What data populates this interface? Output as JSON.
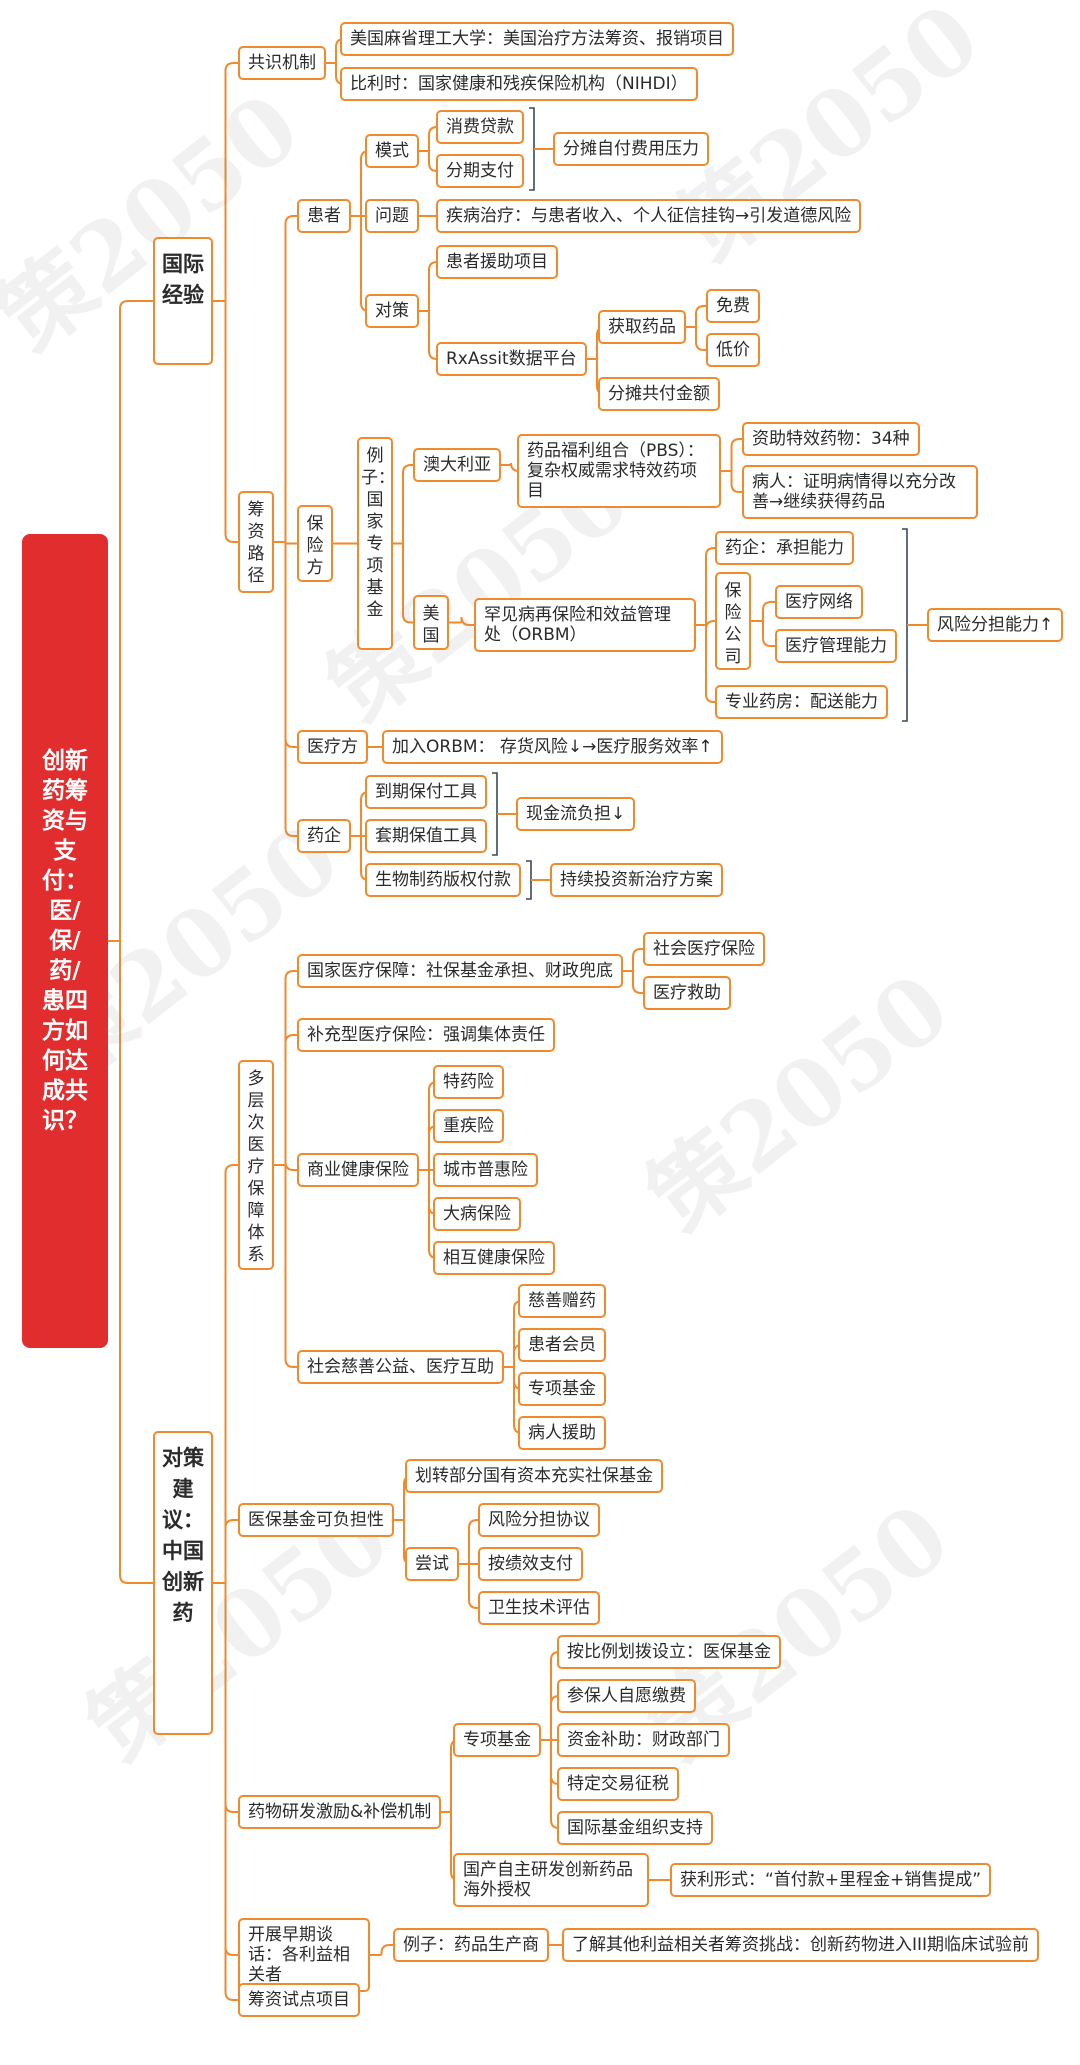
{
  "root": "创新药筹资与支付：医/保/药/患四方如何达成共识？",
  "watermark": "策2050",
  "branches": {
    "intl": "国际经验",
    "policy": "对策建议：中国创新药"
  },
  "n": {
    "consensus": "共识机制",
    "mit": "美国麻省理工大学：美国治疗方法筹资、报销项目",
    "belgium": "比利时：国家健康和残疾保险机构（NIHDI）",
    "funding_path": "筹资路径",
    "patient": "患者",
    "mode": "模式",
    "consumer_loan": "消费贷款",
    "installment": "分期支付",
    "share_oop": "分摊自付费用压力",
    "problem": "问题",
    "problem_desc": "疾病治疗：与患者收入、个人征信挂钩→引发道德风险",
    "measure": "对策",
    "pap": "患者援助项目",
    "rxassist": "RxAssit数据平台",
    "get_drugs": "获取药品",
    "free": "免费",
    "low_price": "低价",
    "share_copay": "分摊共付金额",
    "insurer": "保险方",
    "example_fund": "例子：国家专项基金",
    "australia": "澳大利亚",
    "pbs": "药品福利组合（PBS）：复杂权威需求特效药项目",
    "fund34": "资助特效药物：34种",
    "patient_proof": "病人：证明病情得以充分改善→继续获得药品",
    "usa": "美国",
    "orbm": "罕见病再保险和效益管理处（ORBM）",
    "pharma_capacity": "药企：承担能力",
    "ins_company": "保险公司",
    "med_network": "医疗网络",
    "med_mgmt": "医疗管理能力",
    "pharmacy": "专业药房：配送能力",
    "risk_capacity": "风险分担能力↑",
    "provider": "医疗方",
    "join_orbm": "加入ORBM：  存货风险↓→医疗服务效率↑",
    "pharma": "药企",
    "maturity_tool": "到期保付工具",
    "hedge_tool": "套期保值工具",
    "cash_flow": "现金流负担↓",
    "bio_royalty": "生物制药版权付款",
    "invest": "持续投资新治疗方案",
    "multilevel": "多层次医疗保障体系",
    "national_med": "国家医疗保障：社保基金承担、财政兜底",
    "social_med": "社会医疗保险",
    "med_aid": "医疗救助",
    "supplementary": "补充型医疗保险：强调集体责任",
    "commercial": "商业健康保险",
    "special_drug": "特药险",
    "critical": "重疾险",
    "city_ins": "城市普惠险",
    "major_ill": "大病保险",
    "mutual": "相互健康保险",
    "charity": "社会慈善公益、医疗互助",
    "donation": "慈善赠药",
    "member": "患者会员",
    "special_fund": "专项基金",
    "patient_aid": "病人援助",
    "fund_sustain": "医保基金可负担性",
    "transfer": "划转部分国有资本充实社保基金",
    "trial": "尝试",
    "risk_share": "风险分担协议",
    "pay_perf": "按绩效支付",
    "hta": "卫生技术评估",
    "rd_incentive": "药物研发激励&补偿机制",
    "special_fund2": "专项基金",
    "alloc": "按比例划拨设立：医保基金",
    "voluntary": "参保人自愿缴费",
    "subsidy": "资金补助：财政部门",
    "tax": "特定交易征税",
    "intl_fund": "国际基金组织支持",
    "domestic": "国产自主研发创新药品海外授权",
    "profit": "获利形式：“首付款+里程金+销售提成”",
    "early_talk": "开展早期谈话：各利益相关者",
    "example_maker": "例子：药品生产商",
    "understand": "了解其他利益相关者筹资挑战：创新药物进入III期临床试验前",
    "pilot": "筹资试点项目"
  },
  "colors": {
    "accent": "#f08a2c",
    "root": "#e22d2e",
    "bracket": "#3a4a5a"
  }
}
